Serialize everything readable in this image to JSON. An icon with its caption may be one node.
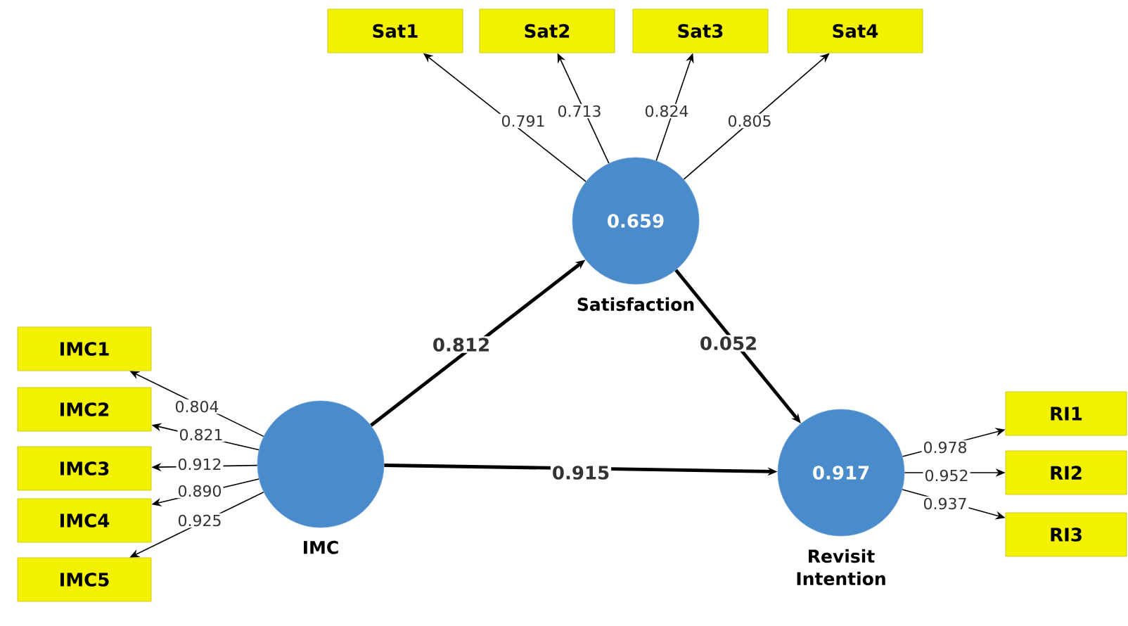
{
  "diagram": {
    "nodes": [
      {
        "text": [
          "Sat1"
        ]
      },
      {
        "text": [
          "Sat2"
        ]
      },
      {
        "text": [
          "Sat3"
        ]
      },
      {
        "text": [
          "Sat4"
        ]
      },
      {
        "text": [
          "0.659"
        ],
        "beside": [
          "Satisfaction"
        ]
      },
      {
        "text": [
          "IMC1"
        ]
      },
      {
        "text": [
          "IMC2"
        ]
      },
      {
        "text": [
          "IMC3"
        ]
      },
      {
        "text": [
          "IMC4"
        ]
      },
      {
        "text": [
          "IMC5"
        ]
      },
      {
        "text": [],
        "shape": "circle",
        "beside": [
          "IMC"
        ]
      },
      {
        "text": [
          "0.917"
        ],
        "beside": [
          "Revisit Intention"
        ]
      },
      {
        "text": [
          "RI1"
        ]
      },
      {
        "text": [
          "RI2"
        ]
      },
      {
        "text": [
          "RI3"
        ]
      }
    ],
    "edges": [
      {
        "from": 4,
        "to": 0,
        "arrow": "to",
        "label": "0.791"
      },
      {
        "from": 4,
        "to": 1,
        "arrow": "to",
        "label": "0.713"
      },
      {
        "from": 4,
        "to": 2,
        "arrow": "to",
        "label": "0.824"
      },
      {
        "from": 4,
        "to": 3,
        "arrow": "to",
        "label": "0.805"
      },
      {
        "from": 10,
        "to": 5,
        "arrow": "to",
        "label": "0.804"
      },
      {
        "from": 10,
        "to": 6,
        "arrow": "to",
        "label": "0.821"
      },
      {
        "from": 10,
        "to": 7,
        "arrow": "to",
        "label": "0.912"
      },
      {
        "from": 10,
        "to": 8,
        "arrow": "to",
        "label": "0.890"
      },
      {
        "from": 10,
        "to": 9,
        "arrow": "to",
        "label": "0.925"
      },
      {
        "from": 10,
        "to": 4,
        "arrow": "to",
        "label": "0.812",
        "style": "thick"
      },
      {
        "from": 4,
        "to": 11,
        "arrow": "to",
        "label": "0.052",
        "style": "thick"
      },
      {
        "from": 10,
        "to": 11,
        "arrow": "to",
        "label": "0.915",
        "style": "thick"
      },
      {
        "from": 11,
        "to": 12,
        "arrow": "to",
        "label": "0.978"
      },
      {
        "from": 11,
        "to": 13,
        "arrow": "to",
        "label": "0.952"
      },
      {
        "from": 11,
        "to": 14,
        "arrow": "to",
        "label": "0.937"
      }
    ]
  }
}
